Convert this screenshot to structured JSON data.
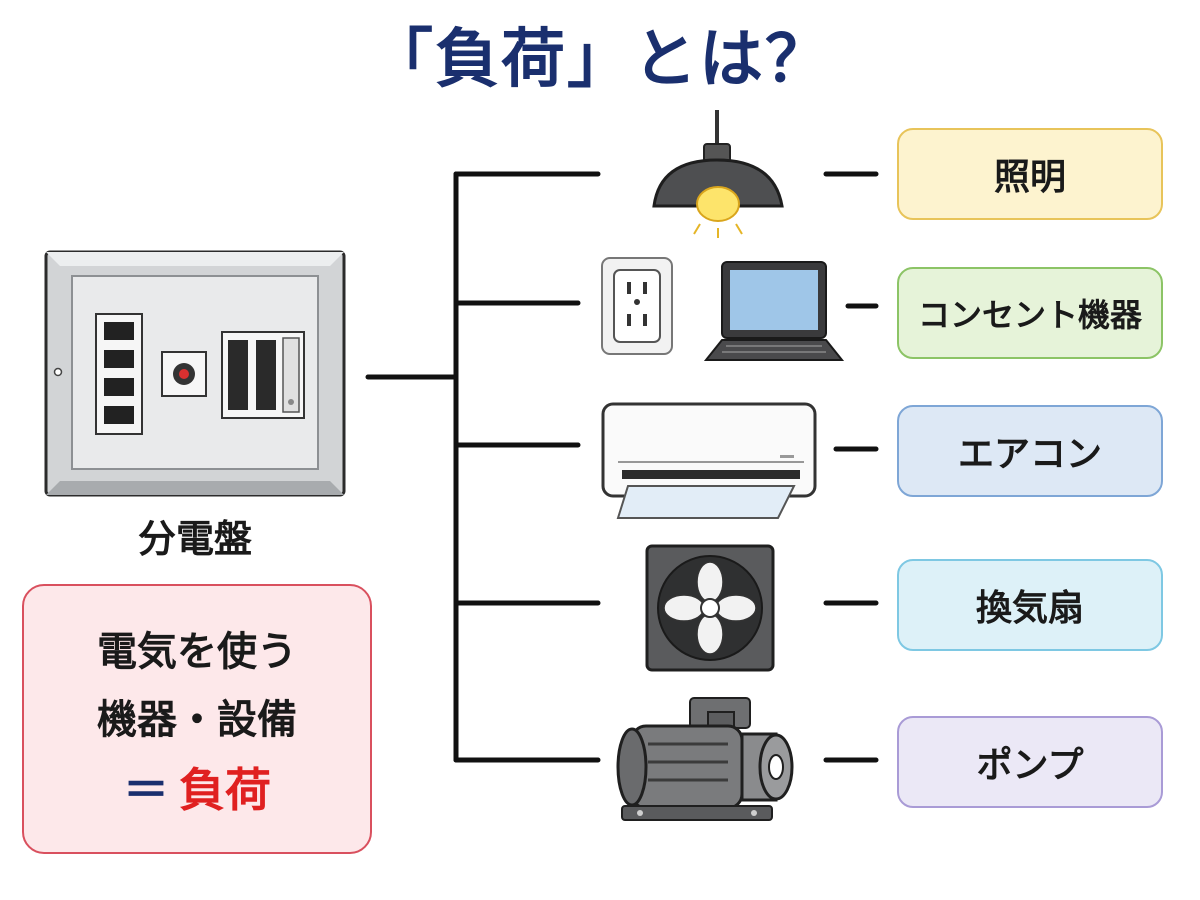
{
  "title": "「負荷」とは？",
  "panel": {
    "label": "分電盤"
  },
  "definition": {
    "line1": "電気を使う",
    "line2": "機器・設備",
    "equals": "＝",
    "highlight": "負荷"
  },
  "loads": [
    {
      "label": "照明",
      "icon": "pendant-lamp-icon",
      "fill": "#fdf3cf",
      "border": "#e8c45a"
    },
    {
      "label": "コンセント機器",
      "icon": "outlet-laptop-icon",
      "fill": "#e6f3d9",
      "border": "#8cc466"
    },
    {
      "label": "エアコン",
      "icon": "air-conditioner-icon",
      "fill": "#dde8f5",
      "border": "#7ea6d6"
    },
    {
      "label": "換気扇",
      "icon": "ventilation-fan-icon",
      "fill": "#ddf1f8",
      "border": "#7ec8e3"
    },
    {
      "label": "ポンプ",
      "icon": "pump-motor-icon",
      "fill": "#ebe8f6",
      "border": "#a99bd6"
    }
  ]
}
